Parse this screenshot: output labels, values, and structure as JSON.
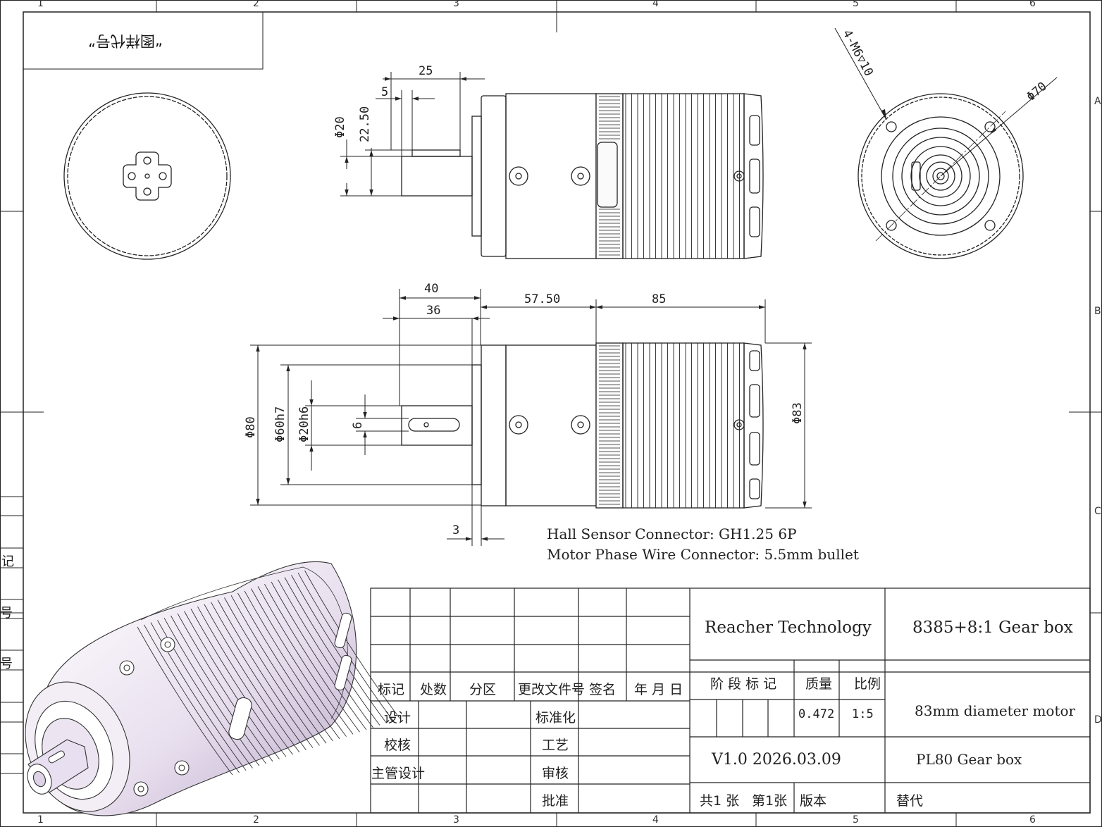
{
  "border": {
    "zone_numbers": [
      "1",
      "2",
      "3",
      "4",
      "5",
      "6"
    ],
    "zone_letters": [
      "A",
      "B",
      "C",
      "D"
    ]
  },
  "header_box": {
    "text": "“图样代号”"
  },
  "left_strip": {
    "labels": [
      "记",
      "号",
      "号"
    ]
  },
  "dimensions": {
    "top_view": {
      "d_shaft": "Φ20",
      "h_22": "22.50",
      "w_25": "25",
      "w_5": "5"
    },
    "front_view": {
      "w_40": "40",
      "w_36": "36",
      "w_57": "57.50",
      "w_85": "85",
      "d_80": "Φ80",
      "d_60": "Φ60h7",
      "d_20": "Φ20h6",
      "key_6": "6",
      "d_83": "Φ83",
      "w_3": "3"
    },
    "end_view": {
      "holes": "4-M6▽10",
      "pcd": "Φ70"
    }
  },
  "notes": [
    "Hall Sensor Connector: GH1.25 6P",
    "Motor Phase Wire Connector: 5.5mm bullet"
  ],
  "title_block": {
    "rev_headers": [
      "标记",
      "处数",
      "分区",
      "更改文件号",
      "签名",
      "年 月 日"
    ],
    "roles": [
      "设计",
      "校核",
      "主管设计"
    ],
    "roles_right": [
      "标准化",
      "工艺",
      "审核",
      "批准"
    ],
    "company": "Reacher Technology",
    "product": "8385+8:1 Gear box",
    "stage_header": "阶 段 标 记",
    "mass_header": "质量",
    "scale_header": "比例",
    "mass": "0.472",
    "scale": "1:5",
    "motor": "83mm diameter motor",
    "version": "V1.0 2026.03.09",
    "gearbox": "PL80 Gear box",
    "sheets_total": "共1 张",
    "sheet_no": "第1张",
    "edition": "版本",
    "replace": "替代"
  }
}
